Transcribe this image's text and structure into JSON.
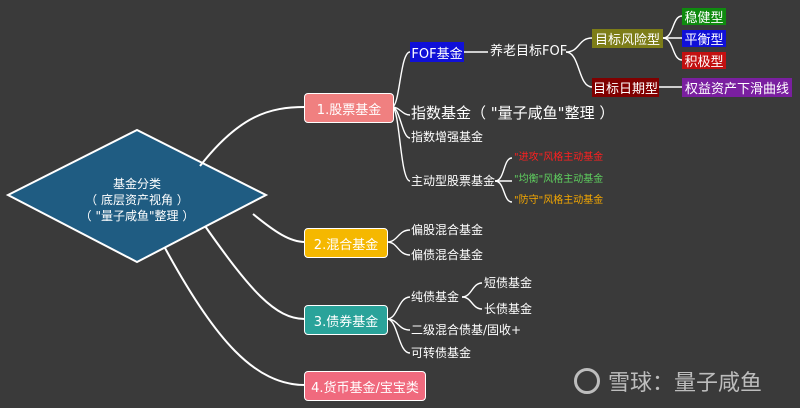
{
  "root": {
    "lines": [
      "基金分类",
      "（ 底层资产视角 ）",
      "（ \"量子咸鱼\"整理 ）"
    ]
  },
  "categories": {
    "stock": "1.股票基金",
    "mixed": "2.混合基金",
    "bond": "3.债券基金",
    "money": "4.货币基金/宝宝类"
  },
  "stock": {
    "fof": "FOF基金",
    "pension_fof": "养老目标FOF",
    "target_risk": "目标风险型",
    "steady": "稳健型",
    "balanced": "平衡型",
    "aggressive": "积极型",
    "target_date": "目标日期型",
    "glide_path": "权益资产下滑曲线",
    "index": "指数基金（ \"量子咸鱼\"整理 ）",
    "enhanced_index": "指数增强基金",
    "active": "主动型股票基金",
    "offensive": "\"进攻\"风格主动基金",
    "balanced_style": "\"均衡\"风格主动基金",
    "defensive": "\"防守\"风格主动基金"
  },
  "mixed": {
    "equity_biased": "偏股混合基金",
    "bond_biased": "偏债混合基金"
  },
  "bond": {
    "pure": "纯债基金",
    "short": "短债基金",
    "long": "长债基金",
    "secondary": "二级混合债基/固收+",
    "convertible": "可转债基金"
  },
  "watermark": "雪球：量子咸鱼",
  "colors": {
    "background": "#3a3a3a",
    "root_fill": "#1f5c82",
    "stock": "#f08080",
    "mixed": "#f5b800",
    "bond": "#2aa39a",
    "money": "#f06a7e",
    "fof": "#1010d8",
    "target_risk": "#7d7d18",
    "steady": "#0f8a0f",
    "balanced": "#1010d8",
    "aggressive": "#c21010",
    "target_date": "#800000",
    "glide_path": "#7a1fa0",
    "offensive": "#ff2020",
    "balanced_style": "#5fd05f",
    "defensive": "#f5a800"
  }
}
